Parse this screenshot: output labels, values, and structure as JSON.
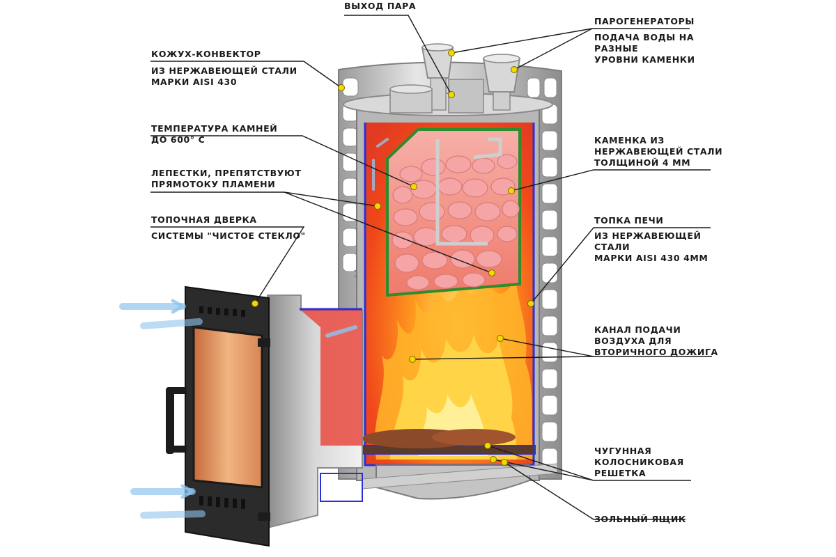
{
  "labels": {
    "steam_outlet": "ВЫХОД ПАРА",
    "steam_generators": "ПАРОГЕНЕРАТОРЫ",
    "water_supply_1": "ПОДАЧА ВОДЫ НА",
    "water_supply_2": "РАЗНЫЕ",
    "water_supply_3": "УРОВНИ КАМЕНКИ",
    "casing_title": "КОЖУХ-КОНВЕКТОР",
    "casing_desc_1": "ИЗ НЕРЖАВЕЮЩЕЙ СТАЛИ",
    "casing_desc_2": "МАРКИ AISI 430",
    "stone_temp_1": "ТЕМПЕРАТУРА КАМНЕЙ",
    "stone_temp_2": "ДО 600° С",
    "petals_1": "ЛЕПЕСТКИ, ПРЕПЯТСТВУЮТ",
    "petals_2": "ПРЯМОТОКУ ПЛАМЕНИ",
    "door_title": "ТОПОЧНАЯ ДВЕРКА",
    "door_desc": "СИСТЕМЫ \"ЧИСТОЕ СТЕКЛО\"",
    "heater_1": "КАМЕНКА ИЗ",
    "heater_2": "НЕРЖАВЕЮЩЕЙ СТАЛИ",
    "heater_3": "ТОЛЩИНОЙ 4 ММ",
    "firebox_title": "ТОПКА ПЕЧИ",
    "firebox_desc_1": "ИЗ НЕРЖАВЕЮЩЕЙ",
    "firebox_desc_2": "СТАЛИ",
    "firebox_desc_3": "МАРКИ AISI 430 4ММ",
    "air_channel_1": "КАНАЛ ПОДАЧИ",
    "air_channel_2": "ВОЗДУХА ДЛЯ",
    "air_channel_3": "ВТОРИЧНОГО ДОЖИГА",
    "grate_1": "ЧУГУННАЯ",
    "grate_2": "КОЛОСНИКОВАЯ",
    "grate_3": "РЕШЕТКА",
    "ash_box": "ЗОЛЬНЫЙ ЯЩИК"
  },
  "colors": {
    "callout_line": "#1a1a1a",
    "marker_dot": "#f5d800",
    "fire": "#f05a14",
    "flame_yellow": "#ffd21e",
    "stones": "#f29b9b",
    "steel": "#c9c9c9",
    "door": "#2a2a2a",
    "glass": "#e0955a",
    "airflow": "#8fc4ee",
    "outline_blue": "#2b2fd6",
    "outline_green": "#2e8b2e"
  }
}
